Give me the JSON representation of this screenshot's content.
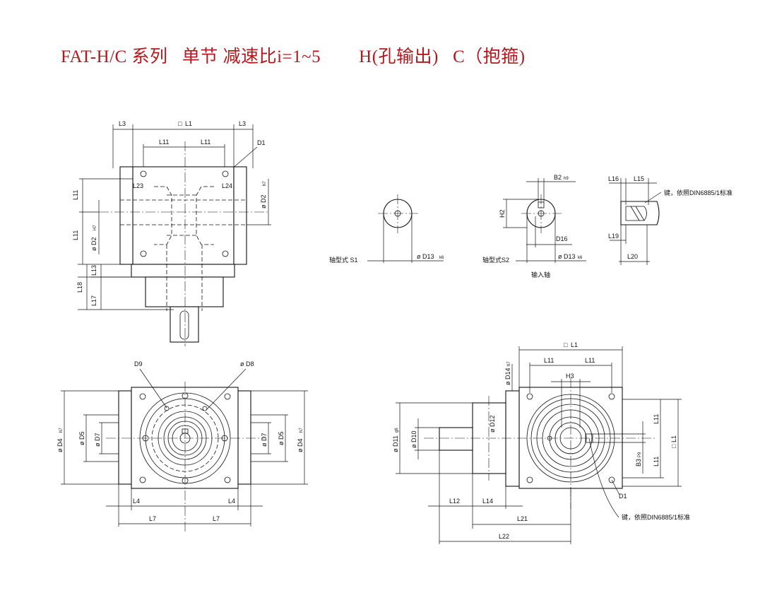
{
  "title": {
    "series": "FAT-H/C 系列",
    "subtitle": "单节 减速比i=1~5",
    "type_h": "H(孔输出)",
    "type_c": "C（抱箍)"
  },
  "labels": {
    "L1": "L1",
    "sq": "□",
    "L3": "L3",
    "L11": "L11",
    "L13": "L13",
    "L17": "L17",
    "L18": "L18",
    "L23": "L23",
    "L24": "L24",
    "D1": "D1",
    "D2": "D2",
    "h7": "h7",
    "H7": "H7",
    "D9": "D9",
    "D8": "D8",
    "D4": "D4",
    "D5": "D5",
    "D7": "D7",
    "L4": "L4",
    "L7": "L7",
    "D13": "D13",
    "k6": "k6",
    "B2": "B2",
    "h9": "h9",
    "H2": "H2",
    "D16": "D16",
    "L15": "L15",
    "L16": "L16",
    "L19": "L19",
    "L20": "L20",
    "D14": "D14",
    "H3": "H3",
    "D11": "D11",
    "g6": "g6",
    "D10": "D10",
    "D12": "D12",
    "B3": "B3",
    "P9": "P9",
    "L12": "L12",
    "L14": "L14",
    "L21": "L21",
    "L22": "L22",
    "phi": "ø"
  },
  "notes": {
    "shaft_s1": "轴型式 S1",
    "shaft_s2": "轴型式S2",
    "input_shaft": "输入轴",
    "key_din": "键，依照DIN6885/1标准"
  }
}
